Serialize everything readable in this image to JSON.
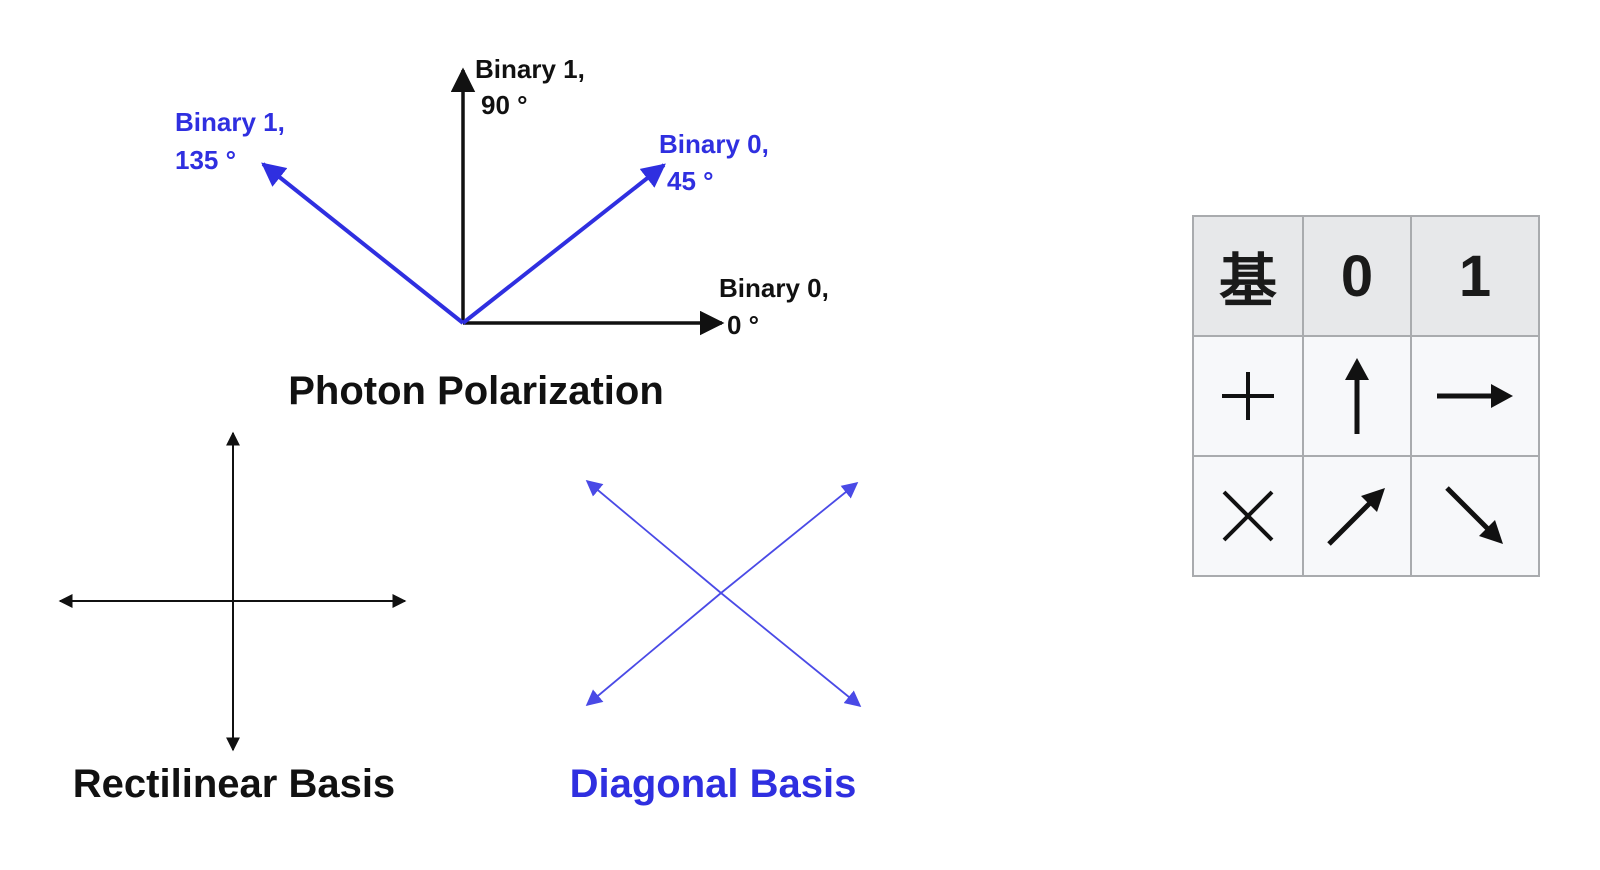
{
  "polarization": {
    "title": "Photon Polarization",
    "labels": {
      "deg90": {
        "line1": "Binary 1,",
        "line2": "90 °"
      },
      "deg135": {
        "line1": "Binary 1,",
        "line2": "135 °"
      },
      "deg45": {
        "line1": "Binary 0,",
        "line2": "45 °"
      },
      "deg0": {
        "line1": "Binary 0,",
        "line2": "0 °"
      }
    }
  },
  "rectilinear": {
    "title": "Rectilinear Basis"
  },
  "diagonal": {
    "title": "Diagonal Basis"
  },
  "table": {
    "headers": [
      "基",
      "0",
      "1"
    ],
    "rows": [
      {
        "basis": "plus-icon",
        "zero": "arrow-up-icon",
        "one": "arrow-right-icon"
      },
      {
        "basis": "cross-icon",
        "zero": "arrow-up-right-icon",
        "one": "arrow-down-right-icon"
      }
    ]
  },
  "colors": {
    "black": "#111111",
    "blue": "#2f2fe0",
    "diagonal_line": "#4a4ae6",
    "table_border": "#a9abae",
    "table_header_bg": "#e7e8ea"
  }
}
